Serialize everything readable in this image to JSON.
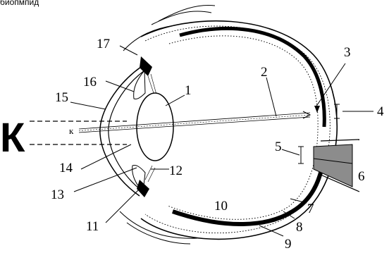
{
  "caption": "биопмпид",
  "object_letter": "К",
  "image_letter": "к",
  "labels": [
    "1",
    "2",
    "3",
    "4",
    "5",
    "6",
    "7",
    "8",
    "9",
    "10",
    "11",
    "12",
    "13",
    "14",
    "15",
    "16",
    "17"
  ],
  "colors": {
    "ink": "#000000",
    "nerve": "#8c8c8c",
    "paper": "#ffffff"
  }
}
